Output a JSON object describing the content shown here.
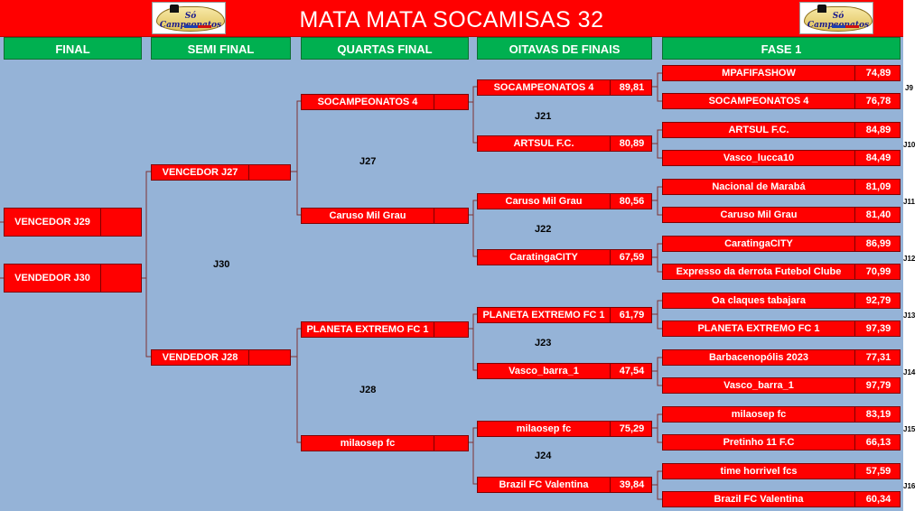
{
  "title": "MATA MATA SOCAMISAS 32",
  "logo_text": "Só Campeonatos",
  "headers": {
    "final": "FINAL",
    "semi": "SEMI FINAL",
    "quartas": "QUARTAS FINAL",
    "oitavas": "OITAVAS DE FINAIS",
    "fase1": "FASE 1"
  },
  "final": {
    "team1": "VENCEDOR J29",
    "team2": "VENDEDOR J30",
    "match_label": "J30"
  },
  "semi": {
    "team1": "VENCEDOR J27",
    "team2": "VENDEDOR J28"
  },
  "quartas": {
    "teams": [
      "SOCAMPEONATOS 4",
      "Caruso Mil Grau",
      "PLANETA EXTREMO FC 1",
      "milaosep fc"
    ],
    "match_labels": [
      "J27",
      "J28"
    ]
  },
  "oitavas": {
    "teams": [
      {
        "name": "SOCAMPEONATOS 4",
        "score": "89,81"
      },
      {
        "name": "ARTSUL F.C.",
        "score": "80,89"
      },
      {
        "name": "Caruso Mil Grau",
        "score": "80,56"
      },
      {
        "name": "CaratingaCITY",
        "score": "67,59"
      },
      {
        "name": "PLANETA EXTREMO FC 1",
        "score": "61,79"
      },
      {
        "name": "Vasco_barra_1",
        "score": "47,54"
      },
      {
        "name": "milaosep fc",
        "score": "75,29"
      },
      {
        "name": "Brazil FC Valentina",
        "score": "39,84"
      }
    ],
    "match_labels": [
      "J21",
      "J22",
      "J23",
      "J24"
    ]
  },
  "fase1": {
    "teams": [
      {
        "name": "MPAFIFASHOW",
        "score": "74,89"
      },
      {
        "name": "SOCAMPEONATOS 4",
        "score": "76,78"
      },
      {
        "name": "ARTSUL F.C.",
        "score": "84,89"
      },
      {
        "name": "Vasco_lucca10",
        "score": "84,49"
      },
      {
        "name": "Nacional de Marabá",
        "score": "81,09"
      },
      {
        "name": "Caruso Mil Grau",
        "score": "81,40"
      },
      {
        "name": "CaratingaCITY",
        "score": "86,99"
      },
      {
        "name": "Expresso da derrota Futebol Clube",
        "score": "70,99"
      },
      {
        "name": "Oa claques tabajara",
        "score": "92,79"
      },
      {
        "name": "PLANETA EXTREMO FC 1",
        "score": "97,39"
      },
      {
        "name": "Barbacenopólis 2023",
        "score": "77,31"
      },
      {
        "name": "Vasco_barra_1",
        "score": "97,79"
      },
      {
        "name": "milaosep fc",
        "score": "83,19"
      },
      {
        "name": "Pretinho 11 F.C",
        "score": "66,13"
      },
      {
        "name": "time horrivel fcs",
        "score": "57,59"
      },
      {
        "name": "Brazil FC Valentina",
        "score": "60,34"
      }
    ],
    "match_labels": [
      "J9",
      "J10",
      "J11",
      "J12",
      "J13",
      "J14",
      "J15",
      "J16"
    ]
  },
  "colors": {
    "background": "#95b3d7",
    "box": "#ff0000",
    "header": "#00b050",
    "title_bar": "#ff0000"
  }
}
